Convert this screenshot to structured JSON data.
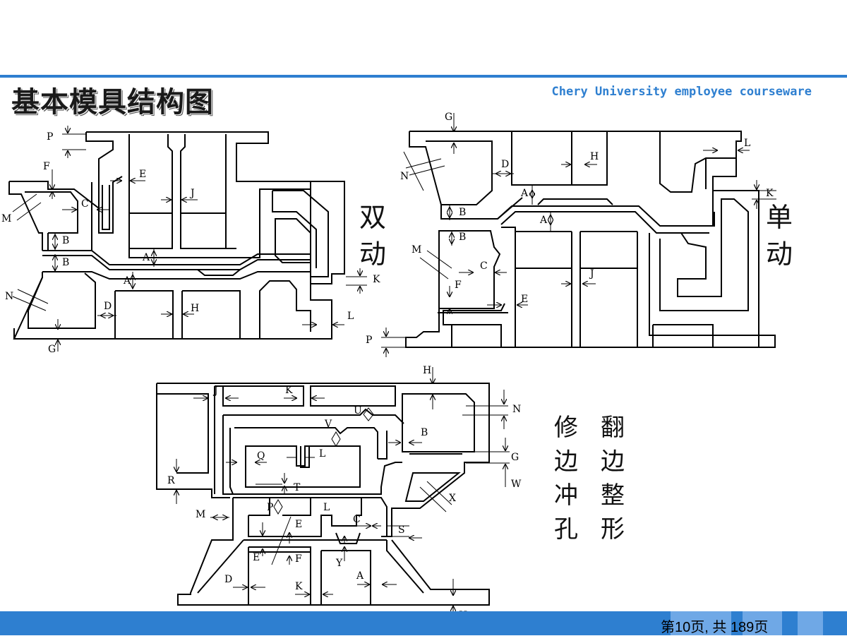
{
  "title": "基本模具结构图",
  "course_label": "Chery University employee courseware",
  "colors": {
    "accent": "#2e7fd0",
    "footer_block": "#6fa8e6",
    "line": "#000000"
  },
  "labels": {
    "double_action": [
      "双",
      "动"
    ],
    "single_action": [
      "单",
      "动"
    ],
    "trim_pierce": [
      "修",
      "边",
      "冲",
      "孔"
    ],
    "flange_restrike": [
      "翻",
      "边",
      "整",
      "形"
    ]
  },
  "pager": {
    "prefix": "第",
    "current": "10",
    "mid": "页, 共",
    "total": "189",
    "suffix": "页"
  },
  "diagram_letters": {
    "double": [
      "P",
      "F",
      "E",
      "J",
      "C",
      "M",
      "B",
      "B",
      "A",
      "A",
      "N",
      "D",
      "H",
      "K",
      "L",
      "G"
    ],
    "single": [
      "G",
      "L",
      "D",
      "H",
      "N",
      "A",
      "K",
      "B",
      "A",
      "B",
      "M",
      "C",
      "J",
      "F",
      "E",
      "P"
    ],
    "trim": [
      "H",
      "J",
      "K",
      "N",
      "U",
      "V",
      "B",
      "G",
      "Q",
      "L",
      "R",
      "T",
      "W",
      "X",
      "M",
      "P",
      "L",
      "E",
      "C",
      "S",
      "E",
      "F",
      "Y",
      "D",
      "K",
      "A",
      "H"
    ]
  }
}
